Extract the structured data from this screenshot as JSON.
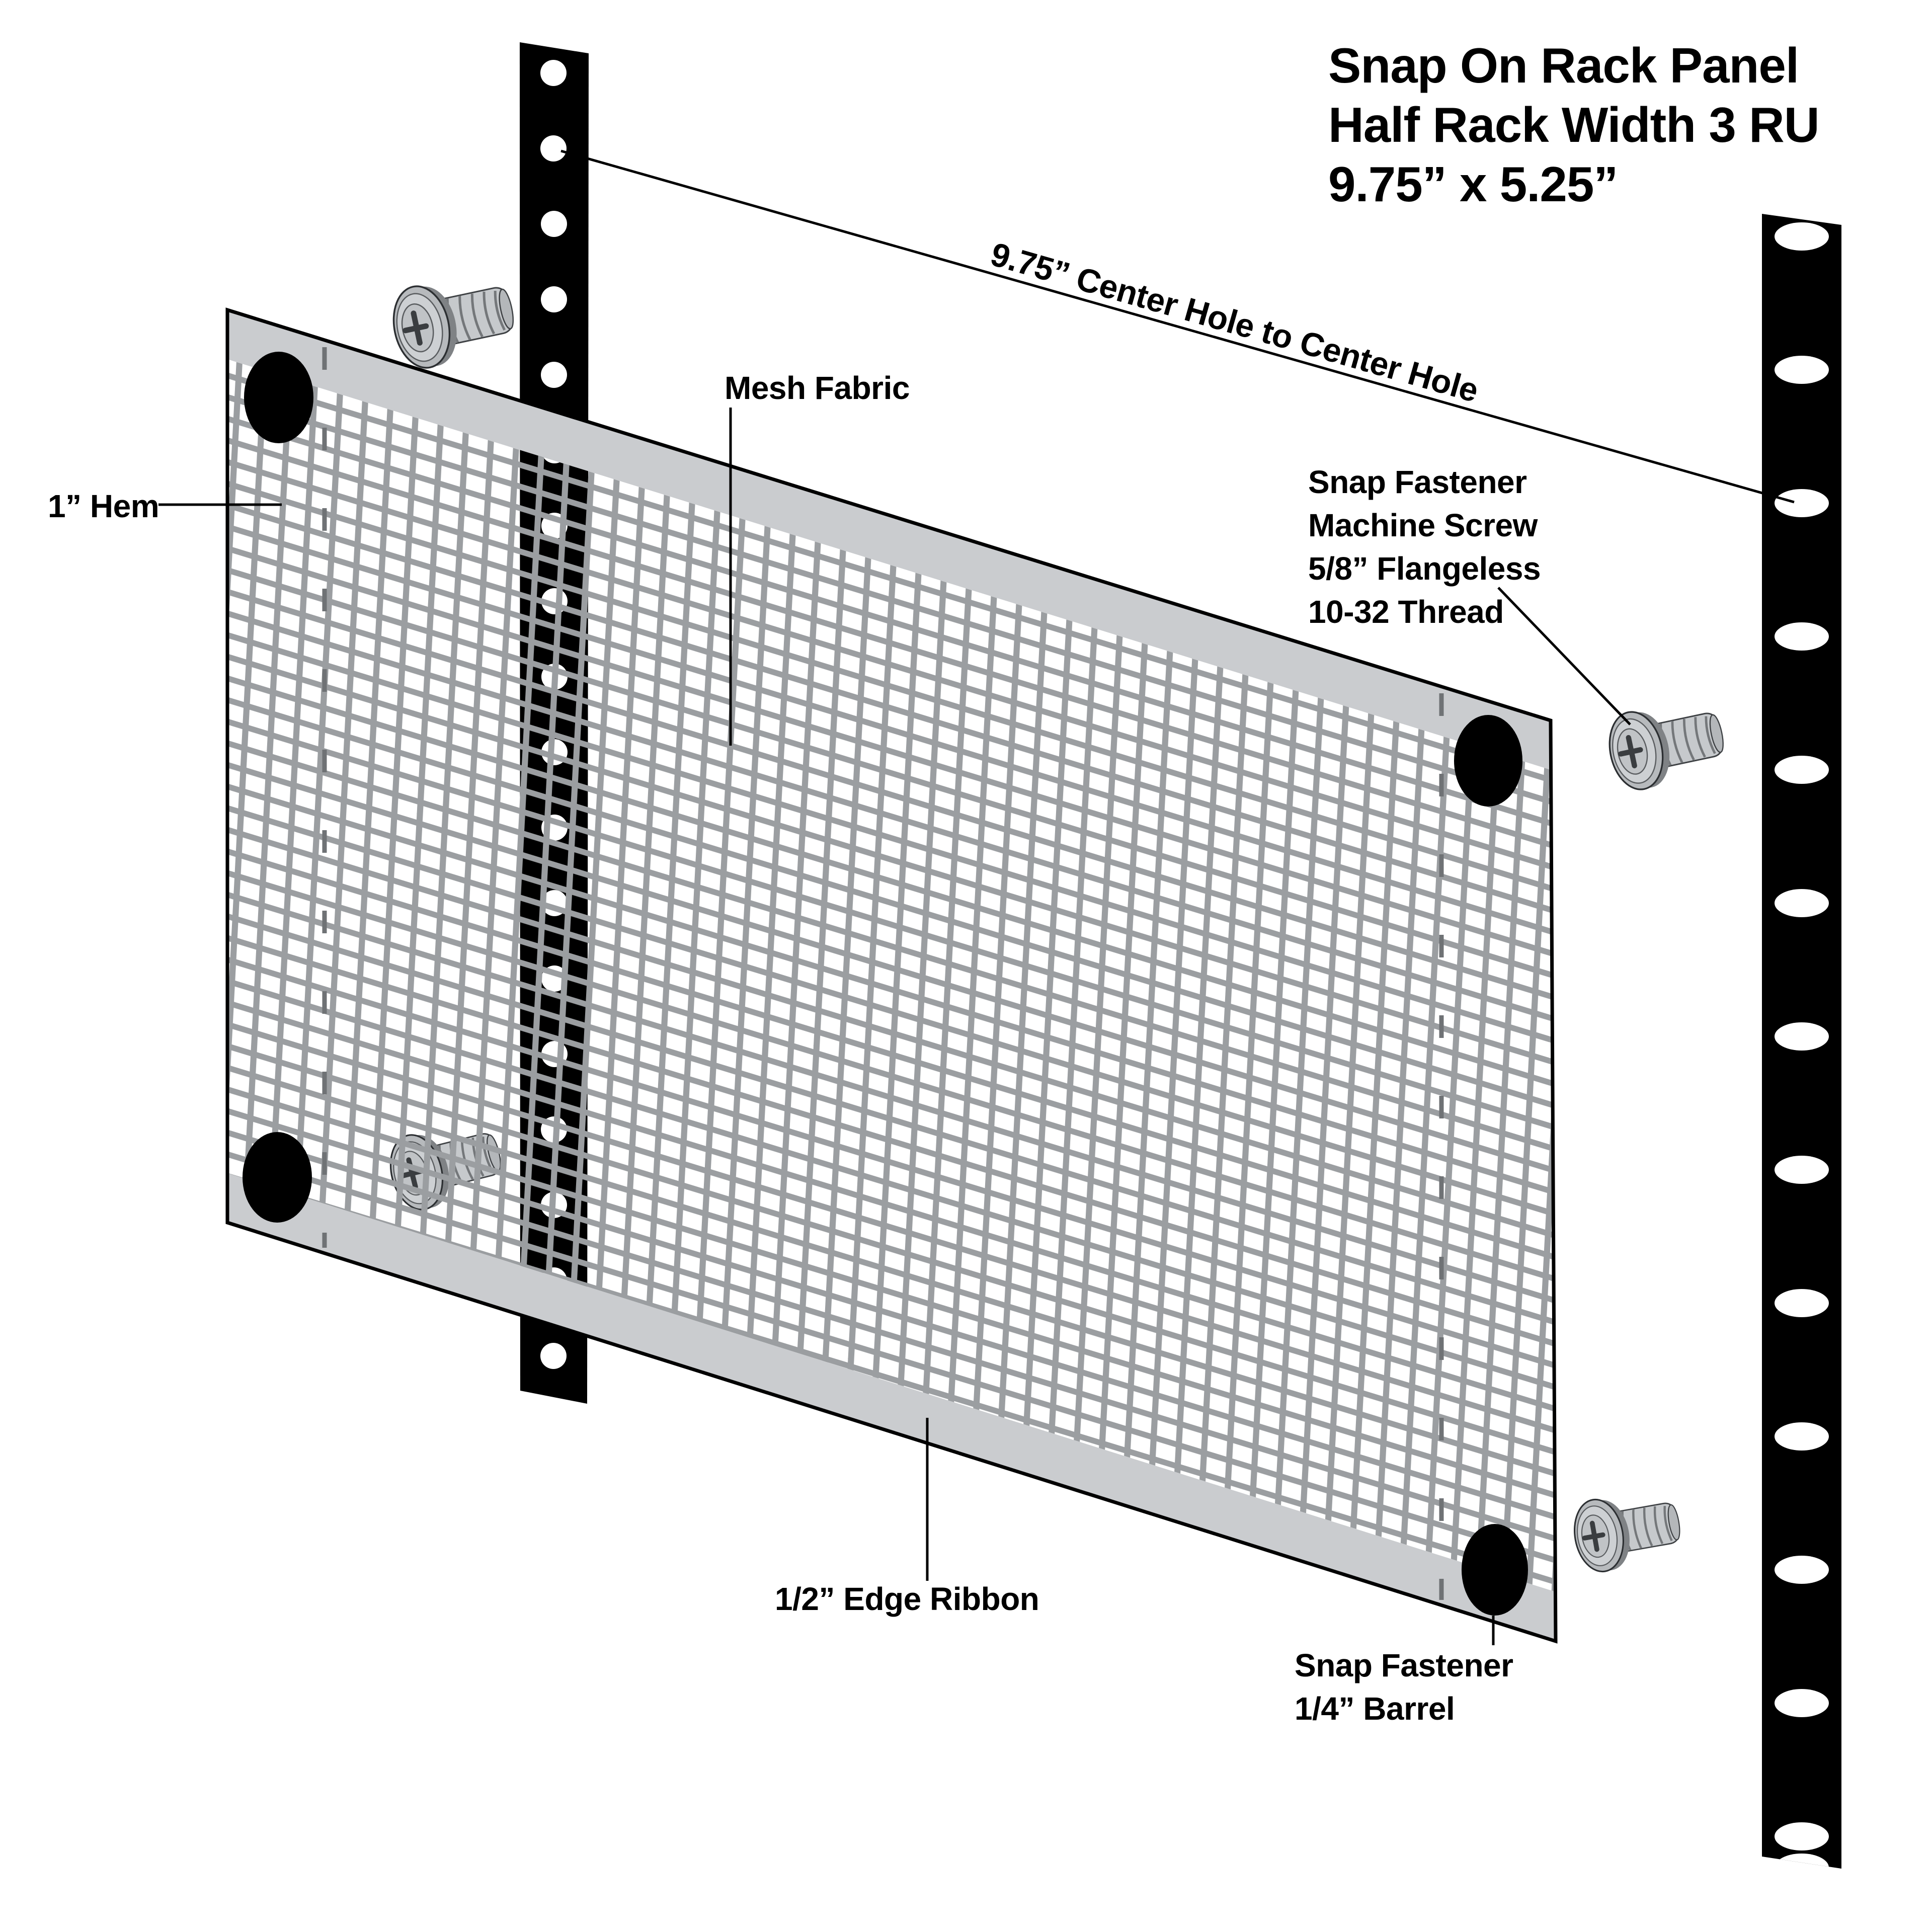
{
  "title": {
    "lines": [
      "Snap On Rack Panel",
      "Half Rack Width 3 RU",
      "9.75” x 5.25”"
    ]
  },
  "labels": {
    "hem": "1” Hem",
    "mesh_fabric": "Mesh Fabric",
    "dimension": "9.75” Center Hole to Center Hole",
    "machine_screw": {
      "lines": [
        "Snap Fastener",
        "Machine Screw",
        "5/8” Flangeless",
        "10-32 Thread"
      ]
    },
    "edge_ribbon": "1/2” Edge Ribbon",
    "barrel": {
      "lines": [
        "Snap Fastener",
        "1/4” Barrel"
      ]
    }
  },
  "colors": {
    "background": "#ffffff",
    "rail_black": "#000000",
    "mesh_strand_gray": "#9b9ea1",
    "ribbon_gray": "#cacccf",
    "panel_outline": "#000000",
    "hem_dash_gray": "#6f7275",
    "screw_body_gray": "#b7babd",
    "screw_detail_gray": "#595c5f",
    "text_black": "#000000"
  },
  "parts": {
    "left_rail": "rack rail (left)",
    "right_rail": "rack rail (right)",
    "panel": "mesh fabric snap-on panel",
    "corner_fasteners": "snap fastener holes (4 corners)",
    "screws": "snap fastener machine screws (4)"
  }
}
